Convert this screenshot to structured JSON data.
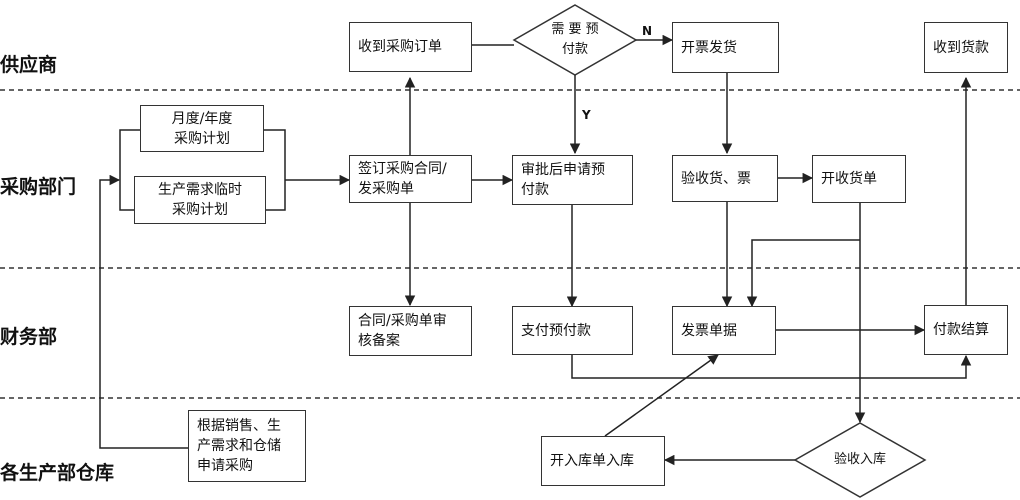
{
  "lanes": {
    "supplier": "供应商",
    "purchasing": "采购部门",
    "finance": "财务部",
    "warehouse": "各生产部仓库"
  },
  "nodes": {
    "monthly_plan": "月度/年度\n采购计划",
    "temp_plan": "生产需求临时\n采购计划",
    "receive_order": "收到采购订单",
    "need_prepay": "需 要 预\n付款",
    "invoice_ship": "开票发货",
    "receive_payment": "收到货款",
    "sign_contract": "签订采购合同/\n发采购单",
    "apply_prepay": "审批后申请预\n付款",
    "inspect_goods": "验收货、票",
    "issue_receipt": "开收货单",
    "contract_review": "合同/采购单审\n核备案",
    "pay_advance": "支付预付款",
    "invoice_docs": "发票单据",
    "settle_payment": "付款结算",
    "request_purchase": "根据销售、生\n产需求和仓储\n申请采购",
    "warehouse_entry": "开入库单入库",
    "inspect_storage": "验收入库"
  },
  "flags": {
    "no": "N",
    "yes": "Y"
  }
}
